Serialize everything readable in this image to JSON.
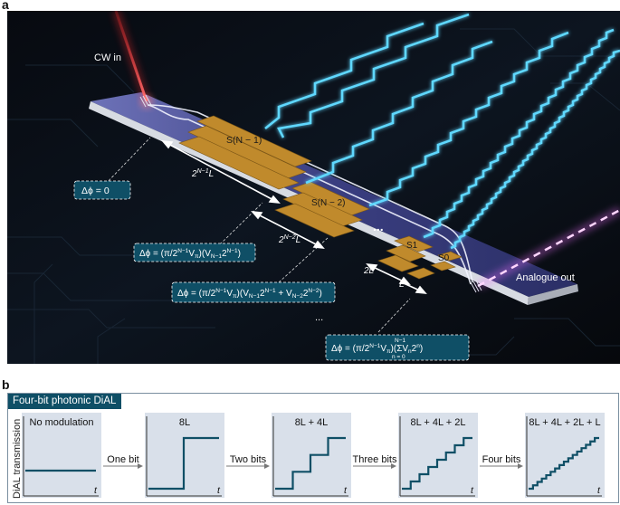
{
  "panel_a": {
    "label": "a",
    "cw_in": "CW in",
    "analogue_out": "Analogue out",
    "segments": {
      "s_n1": "S(N − 1)",
      "s_n2": "S(N − 2)",
      "s1": "S1",
      "s0": "S0"
    },
    "lengths": {
      "l_n1_base": "2",
      "l_n1_exp": "N−1",
      "l_n2_base": "2",
      "l_n2_exp": "N−2",
      "l_2": "2L",
      "l_1": "L",
      "L": "L"
    },
    "dots": "...",
    "phase_labels": {
      "p0": "Δϕ = 0",
      "p1_lead": "Δϕ = (π/2",
      "p1_rest": "V",
      "p2_lead": "Δϕ = (π/2",
      "p3_lead": "Δϕ = (π/2",
      "p1_full": "Δϕ = (π/2N−1Vπ)(VN−12N−1)",
      "p2_full": "Δϕ = (π/2N−1Vπ)(VN−12N−1 + VN−22N−2)",
      "p3_full": "Δϕ = (π/2N−1Vπ)(Σn=0N−1 Vn2n)"
    }
  },
  "panel_b": {
    "label": "b",
    "tag": "Four-bit photonic DiAL",
    "ylabel": "DiAL transmission",
    "t_label": "t",
    "stages": [
      {
        "title": "No modulation",
        "bits": 0
      },
      {
        "title": "8L",
        "bits": 1
      },
      {
        "title": "8L + 4L",
        "bits": 2
      },
      {
        "title": "8L + 4L + 2L",
        "bits": 3
      },
      {
        "title": "8L + 4L + 2L + L",
        "bits": 4
      }
    ],
    "arrows": [
      "One bit",
      "Two bits",
      "Three bits",
      "Four bits"
    ]
  },
  "colors": {
    "background_dark": "#0a0d14",
    "chip_top": "#3b3f7a",
    "chip_side": "#d9dde3",
    "electrode": "#c08a2c",
    "laser_red": "#ff3d3d",
    "glow_cyan": "#5fd8ff",
    "output_pink": "#f070ff",
    "label_box": "#0f4f66",
    "stage_fill": "#d9e0ea",
    "trace": "#0f4f66"
  }
}
